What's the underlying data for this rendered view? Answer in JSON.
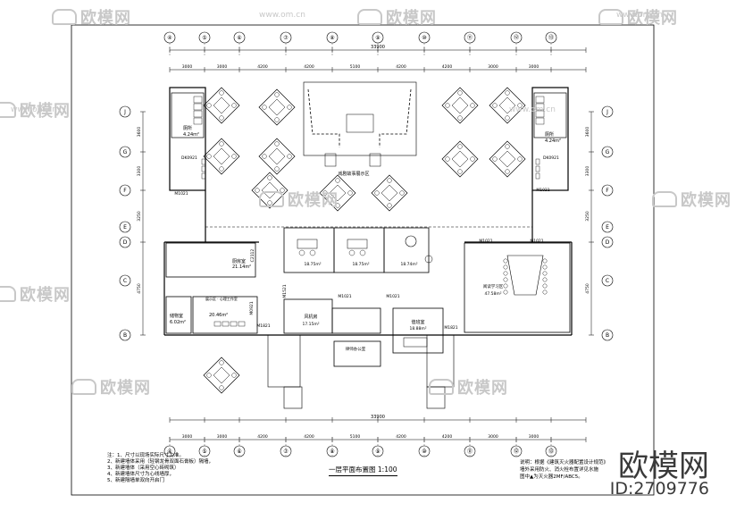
{
  "plan_title": "一层平面布置图",
  "plan_scale": "1:100",
  "overall_dim_top": "33900",
  "overall_dim_bottom": "33900",
  "top_segments": [
    "3000",
    "3000",
    "4200",
    "4200",
    "5100",
    "4200",
    "4200",
    "3000",
    "3000"
  ],
  "left_segments": [
    "3600",
    "3300",
    "3250",
    "4750"
  ],
  "right_segments": [
    "3600",
    "3300",
    "3250",
    "4750"
  ],
  "col_axis_labels": [
    "④",
    "⑤",
    "⑥",
    "⑦",
    "⑧",
    "⑨",
    "⑩",
    "⑪",
    "⑫",
    "⑬"
  ],
  "row_axis_labels": [
    "J",
    "G",
    "F",
    "E",
    "D",
    "C",
    "B"
  ],
  "rooms": {
    "toilet_left": "厕所",
    "toilet_left_area": "4.24m²",
    "toilet_right": "厕所",
    "toilet_right_area": "4.24m²",
    "dk_left": "DK0921",
    "dk_right": "DK0921",
    "exhibit_area": "戏剧故事展示区",
    "kitchen": "厨房室",
    "kitchen_area": "21.14m²",
    "storage": "储物室",
    "storage_area": "6.02m²",
    "office_area": "20.46m²",
    "room_d1_area": "18.75m²",
    "room_d2_area": "18.75m²",
    "room_d3_area": "18.74m²",
    "meeting_right": "阅读学习区",
    "meeting_right_area": "47.58m²",
    "room_wind": "风机房",
    "room_center_area": "17.15m²",
    "room_bottom": "律师办公室",
    "room_bottom_area": "",
    "room_duty": "值班室",
    "room_duty_area": "18.88m²",
    "note_left": "展示区 · 心理工作室"
  },
  "door_labels": [
    "M1021",
    "M1021",
    "M1021",
    "M1021",
    "M1021",
    "M1821",
    "M1821",
    "M0921",
    "C2112",
    "M1521",
    "M1021"
  ],
  "notes": [
    "注：1、尺寸以现场实际尺寸为准。",
    "2、新建墙体采用（轻钢龙骨双面石膏板）隔墙，",
    "3、新建墙体（采用空心砖砌筑）",
    "4、新建墙体尺寸为心线墙厚，",
    "5、新建隔墙单双向开启门"
  ],
  "legend": [
    "说明：根据《建筑灭火器配置设计规范》",
    "墙外采用防火、消火栓布置详见水施",
    "图中▲为灭火器2MF/ABC5。"
  ],
  "watermark_text": "欧模网",
  "watermark_url": "www.om.cn",
  "brand_text": "欧模网",
  "brand_id": "ID:2709776"
}
